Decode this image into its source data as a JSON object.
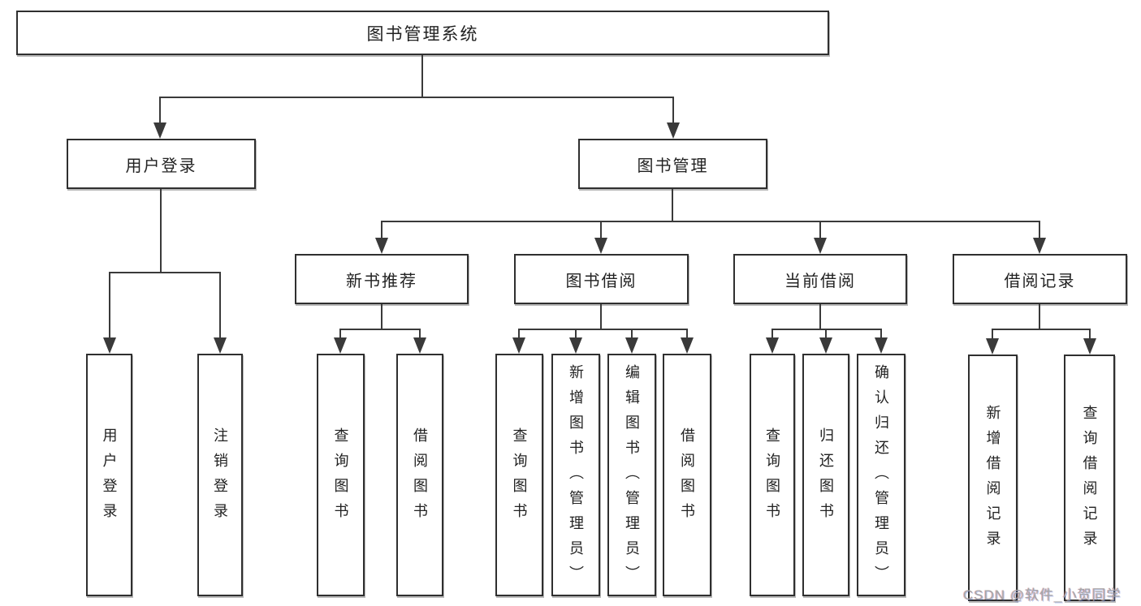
{
  "watermark": {
    "text": "CSDN @软件_小贺同学"
  },
  "tree": {
    "label": "图书管理系统",
    "children": [
      {
        "label": "用户登录",
        "children": [
          {
            "label": "用户登录"
          },
          {
            "label": "注销登录"
          }
        ]
      },
      {
        "label": "图书管理",
        "children": [
          {
            "label": "新书推荐",
            "children": [
              {
                "label": "查询图书"
              },
              {
                "label": "借阅图书"
              }
            ]
          },
          {
            "label": "图书借阅",
            "children": [
              {
                "label": "查询图书"
              },
              {
                "label": "新增图书（管理员）"
              },
              {
                "label": "编辑图书（管理员）"
              },
              {
                "label": "借阅图书"
              }
            ]
          },
          {
            "label": "当前借阅",
            "children": [
              {
                "label": "查询图书"
              },
              {
                "label": "归还图书"
              },
              {
                "label": "确认归还（管理员）"
              }
            ]
          },
          {
            "label": "借阅记录",
            "children": [
              {
                "label": "新增借阅记录"
              },
              {
                "label": "查询借阅记录"
              }
            ]
          }
        ]
      }
    ]
  },
  "colors": {
    "line": "#3a3a3a",
    "box_border": "#2f2f2f",
    "text": "#222222",
    "watermark": "#a6a6a6"
  }
}
